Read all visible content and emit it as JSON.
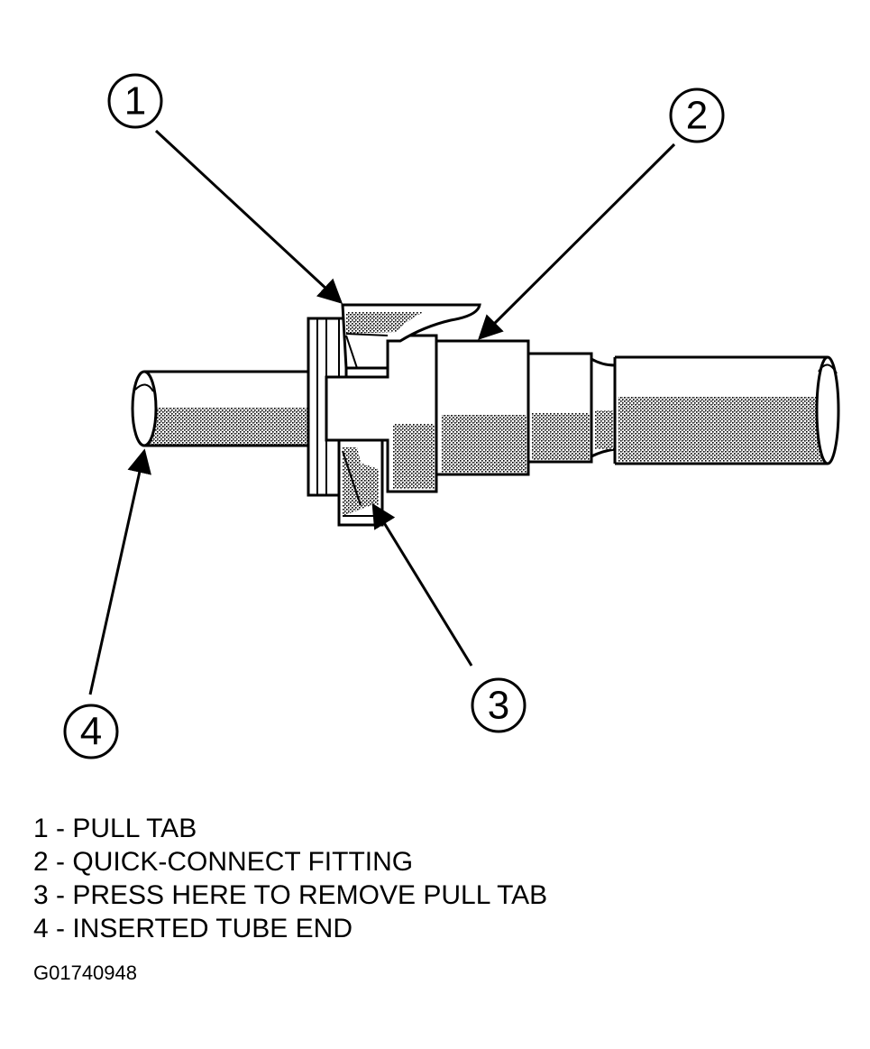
{
  "colors": {
    "ink": "#000000",
    "shade": "#c8c8c8",
    "paper": "#ffffff"
  },
  "callouts": [
    {
      "number": "1"
    },
    {
      "number": "2"
    },
    {
      "number": "3"
    },
    {
      "number": "4"
    }
  ],
  "legend": [
    {
      "number": "1",
      "separator": " - ",
      "label": "PULL TAB"
    },
    {
      "number": "2",
      "separator": " - ",
      "label": "QUICK-CONNECT FITTING"
    },
    {
      "number": "3",
      "separator": " - ",
      "label": "PRESS HERE TO REMOVE PULL TAB"
    },
    {
      "number": "4",
      "separator": " - ",
      "label": "INSERTED TUBE END"
    }
  ],
  "figure_id": "G01740948"
}
